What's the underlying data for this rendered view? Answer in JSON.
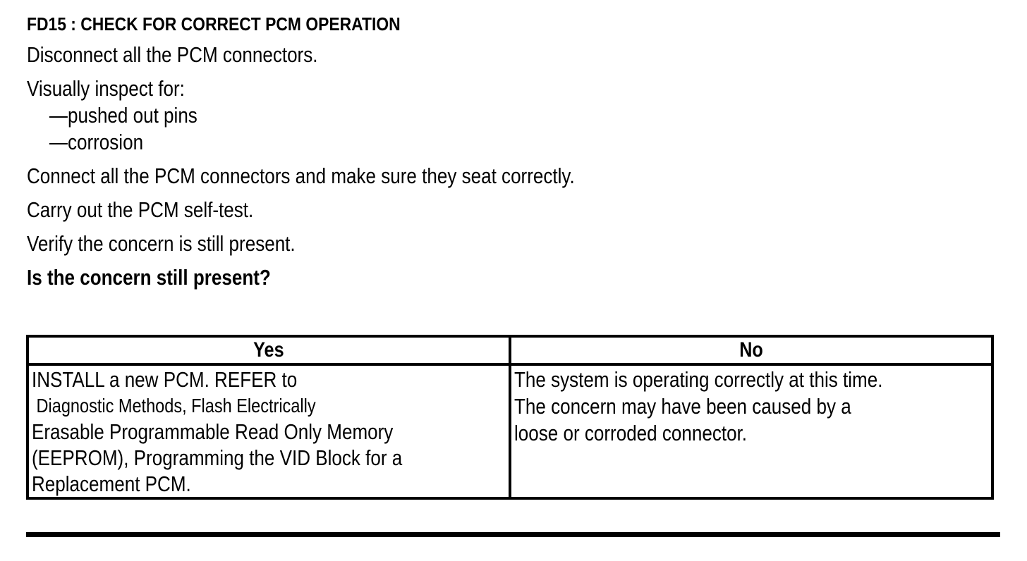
{
  "procedure": {
    "title": "FD15 : CHECK FOR CORRECT PCM OPERATION",
    "steps": {
      "disconnect": "Disconnect all the PCM connectors.",
      "inspect_intro": "Visually inspect for:",
      "inspect_item_pins": "—pushed out pins",
      "inspect_item_corrosion": "—corrosion",
      "connect": "Connect all the PCM connectors and make sure they seat correctly.",
      "self_test": "Carry out the PCM self-test.",
      "verify": "Verify the concern is still present.",
      "question": "Is the concern still present?"
    },
    "result_table": {
      "yes_header": "Yes",
      "no_header": "No",
      "yes_lines": {
        "0": "INSTALL a new PCM. REFER to",
        "1": " Diagnostic Methods, Flash Electrically",
        "2": "Erasable Programmable Read Only Memory",
        "3": "(EEPROM), Programming the VID Block for a",
        "4": "Replacement PCM."
      },
      "no_lines": {
        "0": "The system is operating correctly at this time.",
        "1": "The concern may have been caused by a",
        "2": "loose or corroded connector."
      }
    },
    "colors": {
      "ink": "#000000",
      "paper": "#ffffff"
    }
  }
}
